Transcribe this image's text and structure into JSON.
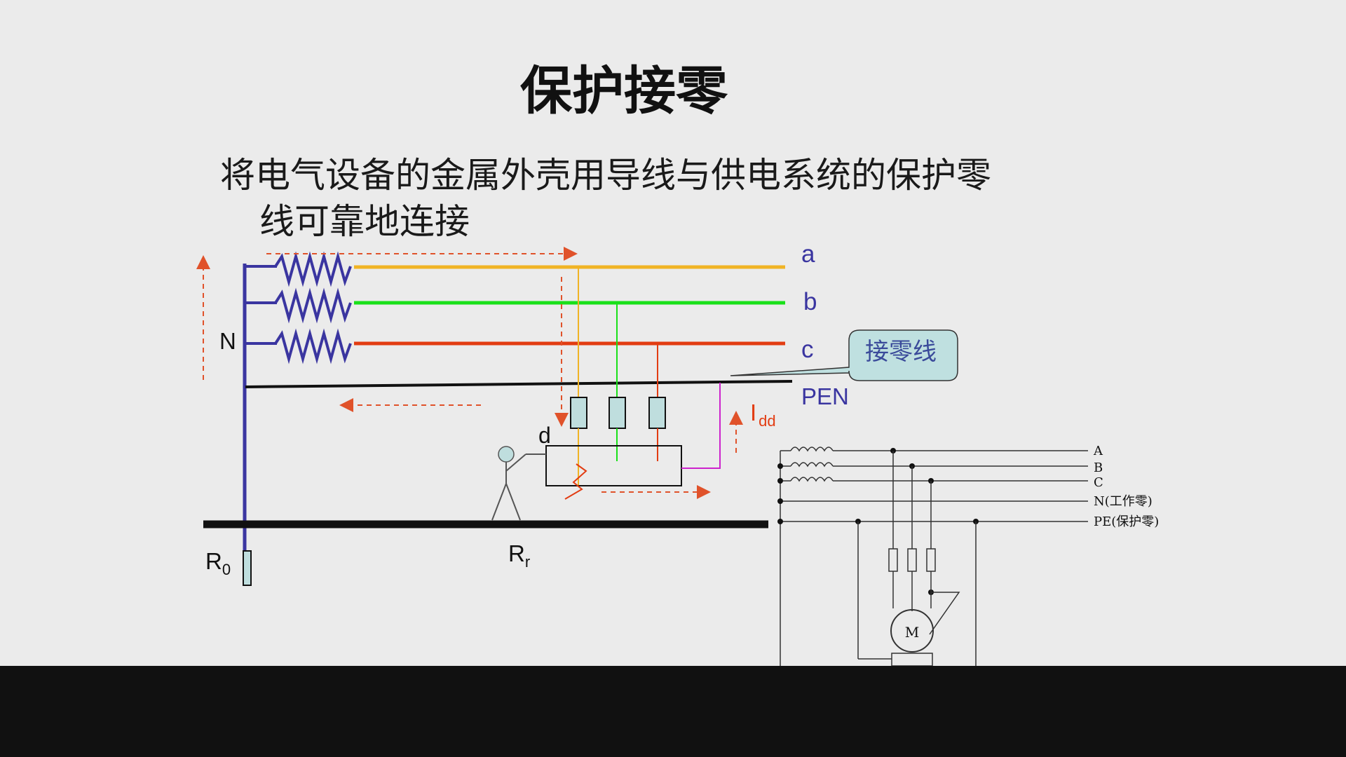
{
  "title": "保护接零",
  "description": {
    "line1": "将电气设备的金属外壳用导线与供电系统的保护零",
    "line2": "线可靠地连接"
  },
  "main_diagram": {
    "phase_labels": [
      "a",
      "b",
      "c"
    ],
    "pen_label": "PEN",
    "neutral_label": "N",
    "fault_point_label": "d",
    "current_label": "I",
    "current_subscript": "dd",
    "r0_label": "R",
    "r0_subscript": "0",
    "rr_label": "R",
    "rr_subscript": "r",
    "callout": "接零线"
  },
  "small_diagram": {
    "line_labels": [
      "A",
      "B",
      "C",
      "N(工作零)",
      "PE(保护零)"
    ],
    "motor_label": "M"
  },
  "colors": {
    "phase_a": "#f0b324",
    "phase_b": "#19e019",
    "phase_c": "#e23c12",
    "neutral_bus": "#3a35a0",
    "pen": "#111111",
    "fault_path": "#cc22cc",
    "arrows": "#e0522a",
    "callout_fill": "#bfe0e0",
    "fuse_fill": "#bfdede"
  }
}
